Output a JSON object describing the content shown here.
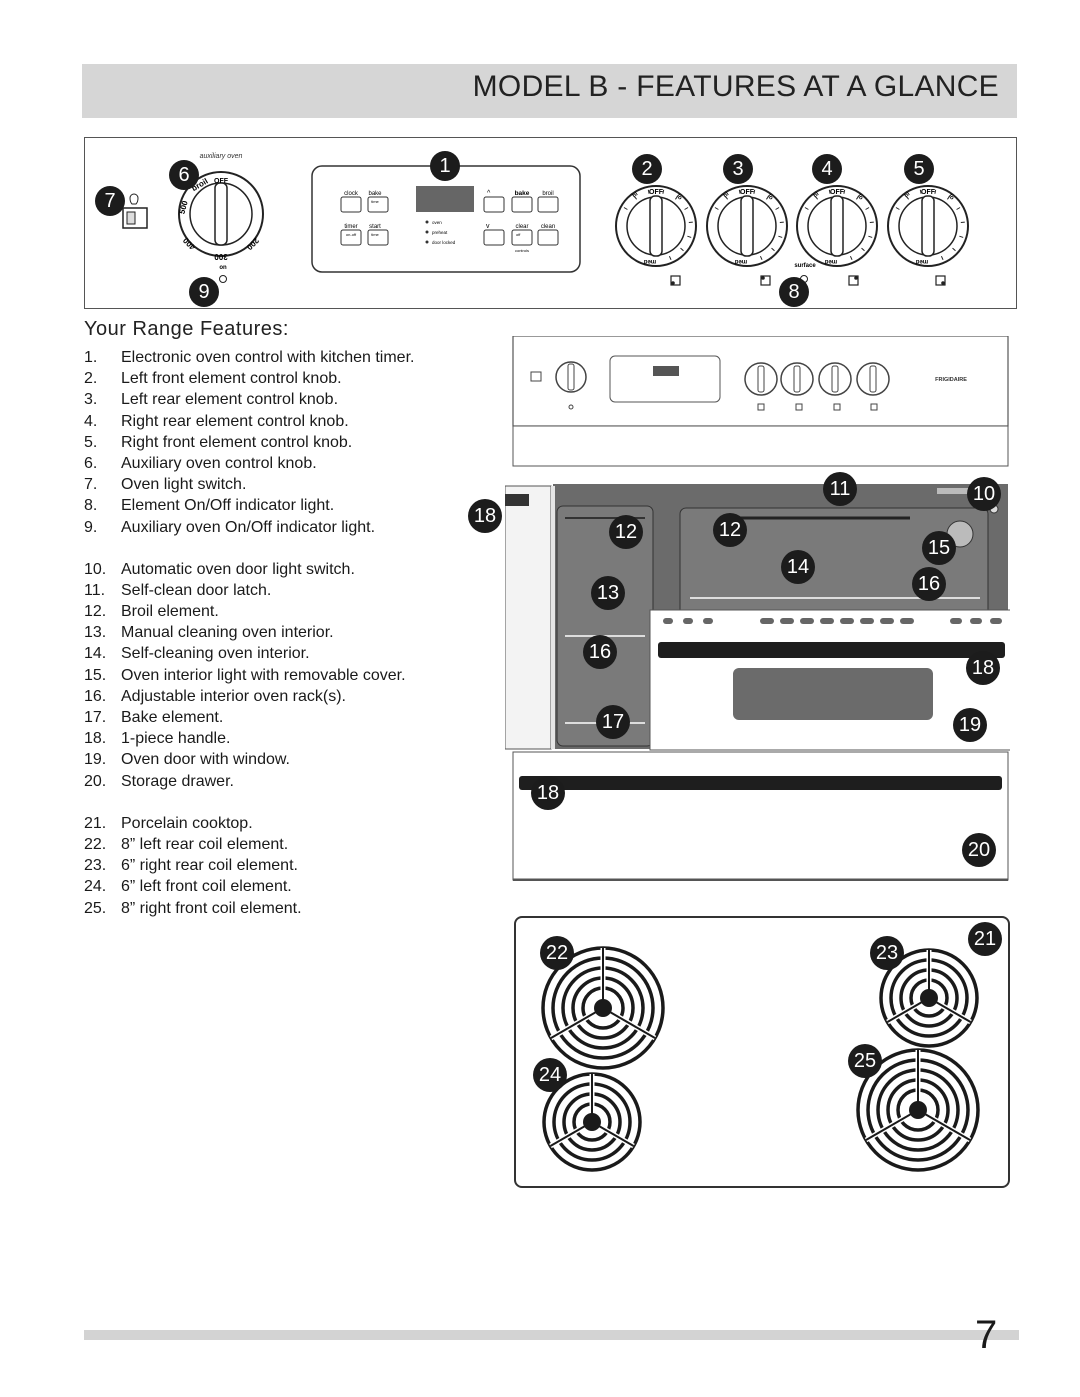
{
  "title": "MODEL B - FEATURES AT A GLANCE",
  "control_panel": {
    "aux_oven_label": "auxiliary oven",
    "knob_off": "OFF",
    "aux_knob_labels": [
      "broil",
      "500",
      "400",
      "300",
      "200"
    ],
    "on_label": "on",
    "surface_label": "surface",
    "element_knob_labels": [
      "hi",
      "lo",
      "med"
    ],
    "keys": {
      "clock": "clock",
      "bake": "bake",
      "time": "time",
      "timer": "timer",
      "on_off": "on-off",
      "start": "start",
      "start_time": "time",
      "up": "^",
      "down": "v",
      "bake_right": "bake",
      "broil": "broil",
      "clear": "clear",
      "off": "off",
      "clean": "clean"
    },
    "indicators": [
      "oven",
      "preheat",
      "door locked"
    ],
    "lock_caption": "controls"
  },
  "section_heading": "Your Range Features:",
  "features": [
    {
      "num": "1.",
      "text": "Electronic oven control with kitchen timer."
    },
    {
      "num": "2.",
      "text": "Left front element control knob."
    },
    {
      "num": "3.",
      "text": "Left rear element control knob."
    },
    {
      "num": "4.",
      "text": "Right rear element control knob."
    },
    {
      "num": "5.",
      "text": "Right front element control knob."
    },
    {
      "num": "6.",
      "text": "Auxiliary oven control knob."
    },
    {
      "num": "7.",
      "text": "Oven light switch."
    },
    {
      "num": "8.",
      "text": "Element On/Off indicator light."
    },
    {
      "num": "9.",
      "text": "Auxiliary oven On/Off indicator light."
    },
    {
      "num": "10.",
      "text": "Automatic oven door light switch."
    },
    {
      "num": "11.",
      "text": "Self-clean door latch."
    },
    {
      "num": "12.",
      "text": "Broil element."
    },
    {
      "num": "13.",
      "text": "Manual cleaning oven interior."
    },
    {
      "num": "14.",
      "text": "Self-cleaning oven interior."
    },
    {
      "num": "15.",
      "text": "Oven interior light with removable cover."
    },
    {
      "num": "16.",
      "text": "Adjustable interior oven rack(s)."
    },
    {
      "num": "17.",
      "text": "Bake element."
    },
    {
      "num": "18.",
      "text": "1-piece handle."
    },
    {
      "num": "19.",
      "text": "Oven door with window."
    },
    {
      "num": "20.",
      "text": "Storage drawer."
    },
    {
      "num": "21.",
      "text": "Porcelain cooktop."
    },
    {
      "num": "22.",
      "text": "8” left rear coil element."
    },
    {
      "num": "23.",
      "text": "6” right rear coil element."
    },
    {
      "num": "24.",
      "text": "6” left front coil element."
    },
    {
      "num": "25.",
      "text": "8” right front coil element."
    }
  ],
  "brand": "FRIGIDAIRE",
  "callouts": {
    "panel": [
      "1",
      "2",
      "3",
      "4",
      "5",
      "6",
      "7",
      "8",
      "9"
    ],
    "range": [
      "10",
      "11",
      "12",
      "12",
      "13",
      "14",
      "15",
      "16",
      "16",
      "17",
      "18",
      "18",
      "18",
      "19",
      "20"
    ],
    "cooktop": [
      "21",
      "22",
      "23",
      "24",
      "25"
    ]
  },
  "page_number": "7"
}
